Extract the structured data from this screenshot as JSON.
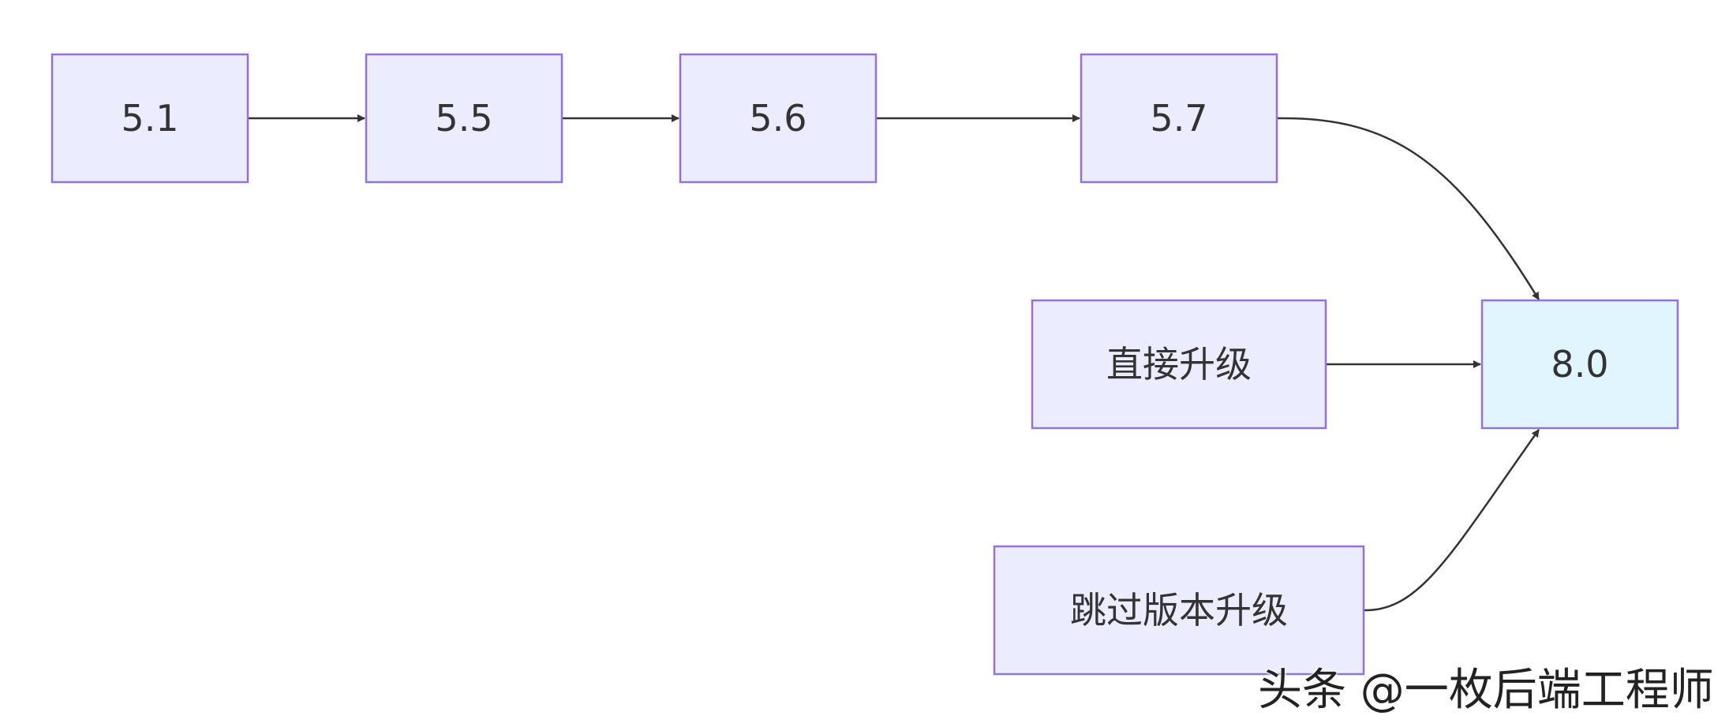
{
  "diagram": {
    "nodes": {
      "v51": "5.1",
      "v55": "5.5",
      "v56": "5.6",
      "v57": "5.7",
      "v80": "8.0",
      "direct": "直接升级",
      "skip": "跳过版本升级"
    },
    "edges": [
      {
        "from": "5.1",
        "to": "5.5"
      },
      {
        "from": "5.5",
        "to": "5.6"
      },
      {
        "from": "5.6",
        "to": "5.7"
      },
      {
        "from": "5.7",
        "to": "8.0"
      },
      {
        "from": "直接升级",
        "to": "8.0"
      },
      {
        "from": "跳过版本升级",
        "to": "8.0"
      }
    ]
  },
  "colors": {
    "node_fill": "#ECECFF",
    "target_node_fill": "#E1F5FE",
    "node_border": "#9370DB",
    "edge": "#333333",
    "text": "#333333"
  },
  "watermark": "头条 @一枚后端工程师"
}
